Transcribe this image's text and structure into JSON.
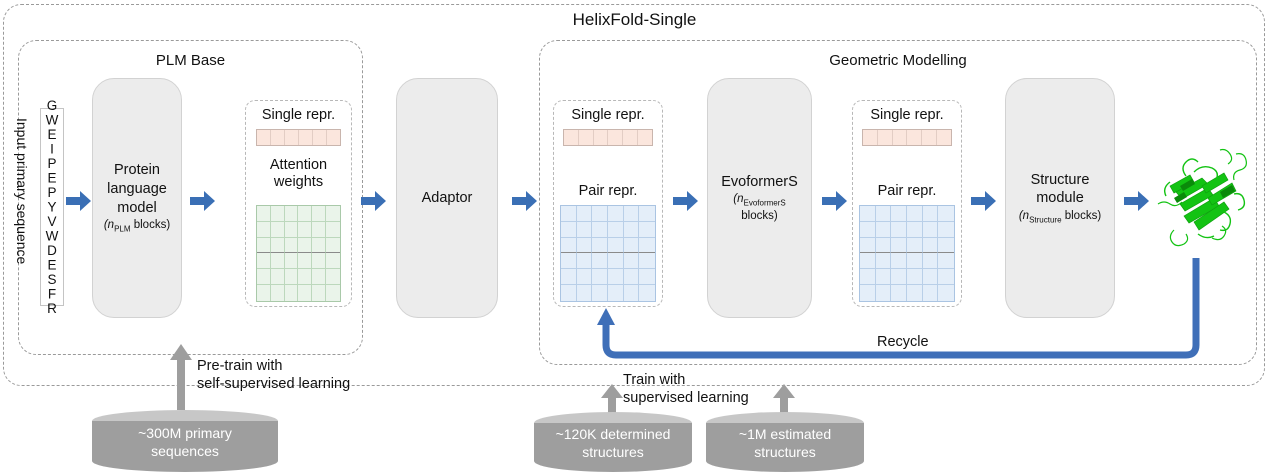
{
  "diagram": {
    "title": "HelixFold-Single",
    "sections": {
      "plm_base": "PLM Base",
      "geometric": "Geometric Modelling"
    }
  },
  "input": {
    "sequence": "GWEIPEPYVWDESFR",
    "label": "Input primary sequence"
  },
  "modules": {
    "plm": {
      "line1": "Protein",
      "line2": "language",
      "line3": "model",
      "sub_pre": "(n",
      "sub_idx": "PLM",
      "sub_post": " blocks)"
    },
    "adaptor": {
      "line1": "Adaptor"
    },
    "evoformer": {
      "line1": "EvoformerS",
      "sub_pre": "(n",
      "sub_idx": "EvoformerS",
      "sub_post": "blocks)"
    },
    "structure": {
      "line1": "Structure",
      "line2": "module",
      "sub_pre": "(n",
      "sub_idx": "Structure",
      "sub_post": " blocks)"
    }
  },
  "reprs": {
    "single_label": "Single repr.",
    "attention_label_1": "Attention",
    "attention_label_2": "weights",
    "pair_label": "Pair repr.",
    "single_cells": 6,
    "grid_rows": 6,
    "grid_cols": 6
  },
  "annotations": {
    "recycle": "Recycle",
    "pretrain_line1": "Pre-train with",
    "pretrain_line2": "self-supervised learning",
    "train_line1": "Train with",
    "train_line2": "supervised learning"
  },
  "databases": [
    {
      "line1": "~300M primary",
      "line2": "sequences"
    },
    {
      "line1": "~120K determined",
      "line2": "structures"
    },
    {
      "line1": "~1M estimated",
      "line2": "structures"
    }
  ],
  "colors": {
    "arrow_blue": "#3a6fb5",
    "recycle_blue": "#3f6fb8",
    "single_repr": "#fbe6dd",
    "attention_green": "#eaf4ea",
    "pair_blue": "#e4eef9",
    "module_grey": "#ececec",
    "database_grey": "#9e9e9e",
    "protein_green": "#13c313"
  }
}
